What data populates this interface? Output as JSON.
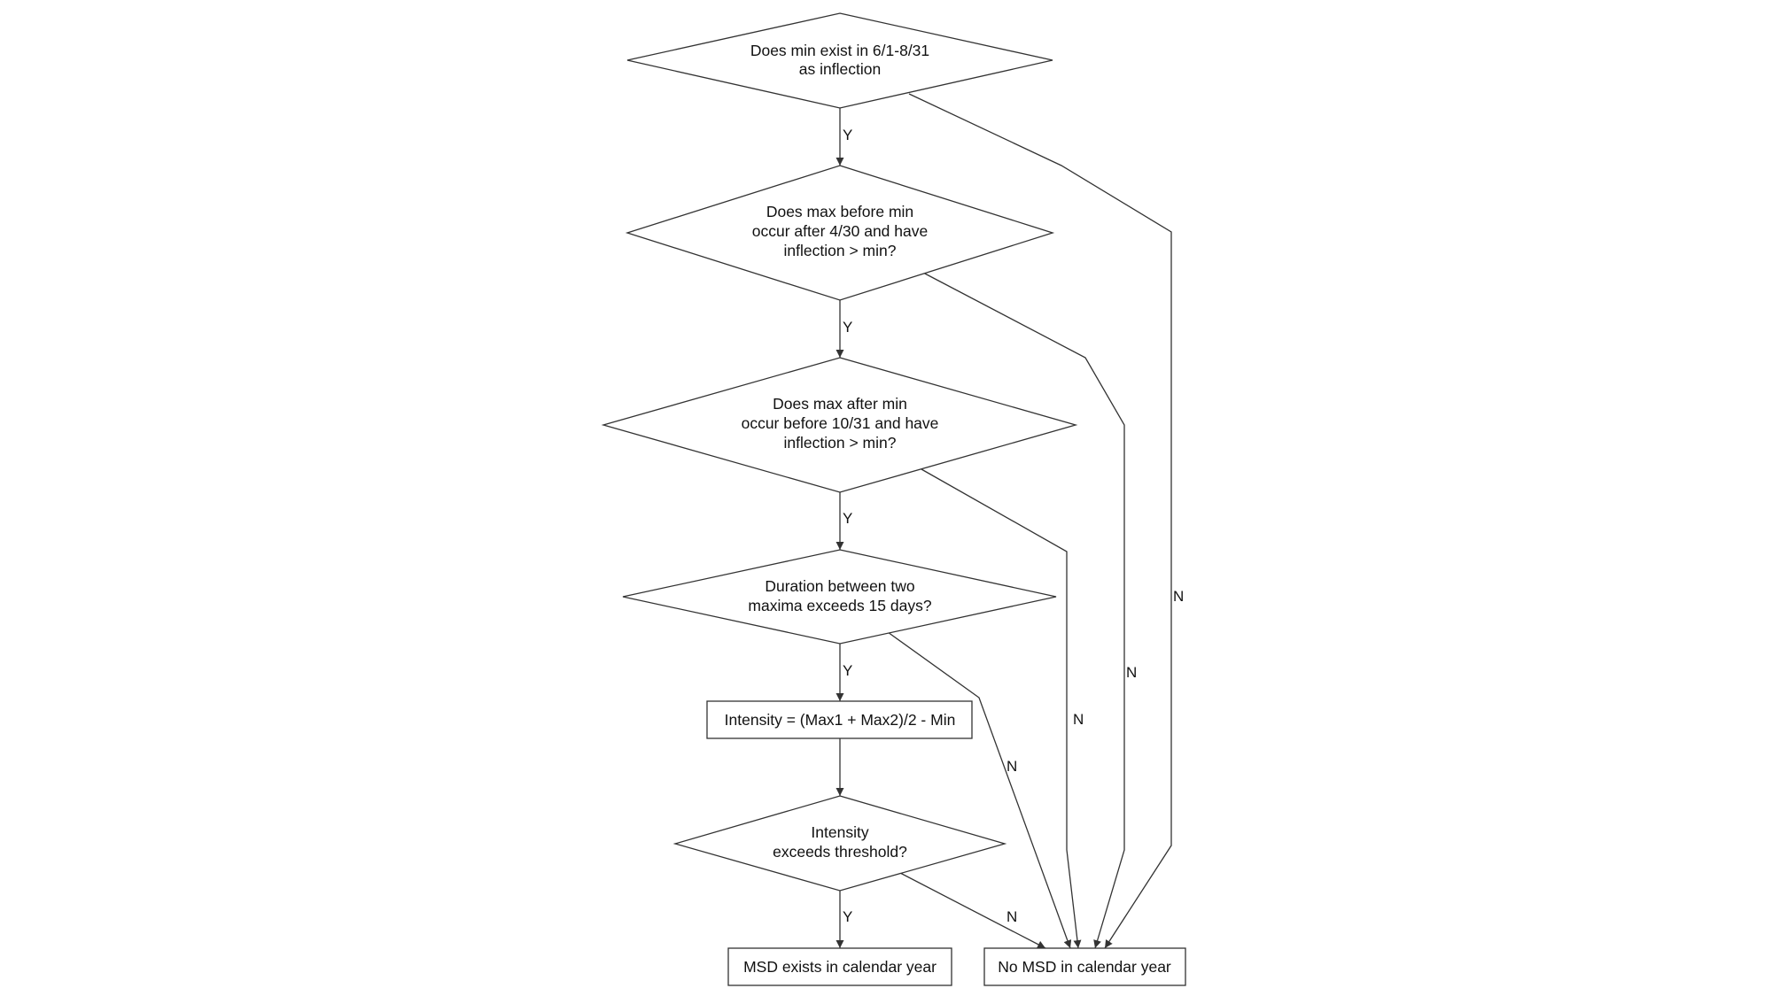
{
  "flowchart": {
    "nodes": [
      {
        "id": "q1",
        "shape": "diamond",
        "lines": [
          "Does min exist in 6/1-8/31",
          "as inflection"
        ]
      },
      {
        "id": "q2",
        "shape": "diamond",
        "lines": [
          "Does max before min",
          "occur after 4/30 and have",
          "inflection > min?"
        ]
      },
      {
        "id": "q3",
        "shape": "diamond",
        "lines": [
          "Does max after min",
          "occur before 10/31 and have",
          "inflection > min?"
        ]
      },
      {
        "id": "q4",
        "shape": "diamond",
        "lines": [
          "Duration between two",
          "maxima exceeds 15 days?"
        ]
      },
      {
        "id": "calc",
        "shape": "rect",
        "lines": [
          "Intensity = (Max1 + Max2)/2 - Min"
        ]
      },
      {
        "id": "q5",
        "shape": "diamond",
        "lines": [
          "Intensity",
          "exceeds threshold?"
        ]
      },
      {
        "id": "yes_end",
        "shape": "rect",
        "lines": [
          "MSD exists in calendar year"
        ]
      },
      {
        "id": "no_end",
        "shape": "rect",
        "lines": [
          "No MSD in calendar year"
        ]
      }
    ],
    "edges": [
      {
        "from": "q1",
        "to": "q2",
        "label": "Y"
      },
      {
        "from": "q2",
        "to": "q3",
        "label": "Y"
      },
      {
        "from": "q3",
        "to": "q4",
        "label": "Y"
      },
      {
        "from": "q4",
        "to": "calc",
        "label": "Y"
      },
      {
        "from": "calc",
        "to": "q5",
        "label": ""
      },
      {
        "from": "q5",
        "to": "yes_end",
        "label": "Y"
      },
      {
        "from": "q1",
        "to": "no_end",
        "label": "N"
      },
      {
        "from": "q2",
        "to": "no_end",
        "label": "N"
      },
      {
        "from": "q3",
        "to": "no_end",
        "label": "N"
      },
      {
        "from": "q4",
        "to": "no_end",
        "label": "N"
      },
      {
        "from": "q5",
        "to": "no_end",
        "label": "N"
      }
    ]
  }
}
